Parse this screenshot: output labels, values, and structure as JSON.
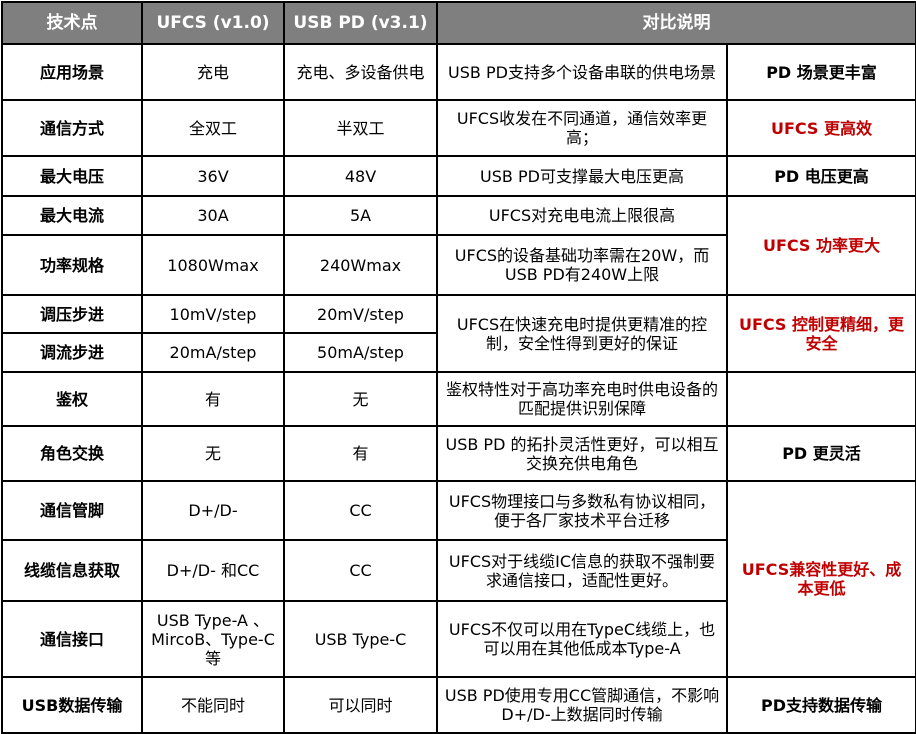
{
  "colors": {
    "header_bg": "#7f7f7f",
    "highlight_red": "#c00000"
  },
  "headers": [
    "技术点",
    "UFCS (v1.0)",
    "USB PD (v3.1)",
    "对比说明"
  ],
  "rows": [
    {
      "name": "应用场景",
      "ufcs": "充电",
      "pd": "充电、多设备供电",
      "desc": "USB PD支持多个设备串联的供电场景"
    },
    {
      "name": "通信方式",
      "ufcs": "全双工",
      "pd": "半双工",
      "desc": "UFCS收发在不同通道，通信效率更高；"
    },
    {
      "name": "最大电压",
      "ufcs": "36V",
      "pd": "48V",
      "desc": "USB PD可支撑最大电压更高"
    },
    {
      "name": "最大电流",
      "ufcs": "30A",
      "pd": "5A",
      "desc": "UFCS对充电电流上限很高"
    },
    {
      "name": "功率规格",
      "ufcs": "1080Wmax",
      "pd": "240Wmax",
      "desc": "UFCS的设备基础功率需在20W，而USB PD有240W上限"
    },
    {
      "name": "调压步进",
      "ufcs": "10mV/step",
      "pd": "20mV/step",
      "desc": "UFCS在快速充电时提供更精准的控制，安全性得到更好的保证"
    },
    {
      "name": "调流步进",
      "ufcs": "20mA/step",
      "pd": "50mA/step"
    },
    {
      "name": "鉴权",
      "ufcs": "有",
      "pd": "无",
      "desc": "鉴权特性对于高功率充电时供电设备的匹配提供识别保障"
    },
    {
      "name": "角色交换",
      "ufcs": "无",
      "pd": "有",
      "desc": "USB PD 的拓扑灵活性更好，可以相互交换充供电角色"
    },
    {
      "name": "通信管脚",
      "ufcs": "D+/D-",
      "pd": "CC",
      "desc": "UFCS物理接口与多数私有协议相同，便于各厂家技术平台迁移"
    },
    {
      "name": "线缆信息获取",
      "ufcs": "D+/D- 和CC",
      "pd": "CC",
      "desc": "UFCS对于线缆IC信息的获取不强制要求通信接口，适配性更好。"
    },
    {
      "name": "通信接口",
      "ufcs": "USB Type-A 、MircoB、Type-C等",
      "pd": "USB Type-C",
      "desc": "UFCS不仅可以用在TypeC线缆上，也可以用在其他低成本Type-A"
    },
    {
      "name": "USB数据传输",
      "ufcs": "不能同时",
      "pd": "可以同时",
      "desc": "USB PD使用专用CC管脚通信，不影响D+/D-上数据同时传输"
    }
  ],
  "summaries": [
    {
      "text": "PD 场景更丰富",
      "highlight": false
    },
    {
      "text": "UFCS 更高效",
      "highlight": true
    },
    {
      "text": "PD 电压更高",
      "highlight": false
    },
    {
      "text": "UFCS 功率更大",
      "highlight": true
    },
    {
      "text": "UFCS 控制更精细，更安全",
      "highlight": true
    },
    {
      "text": "PD 更灵活",
      "highlight": false
    },
    {
      "text": "UFCS兼容性更好、成本更低",
      "highlight": true
    }
  ]
}
